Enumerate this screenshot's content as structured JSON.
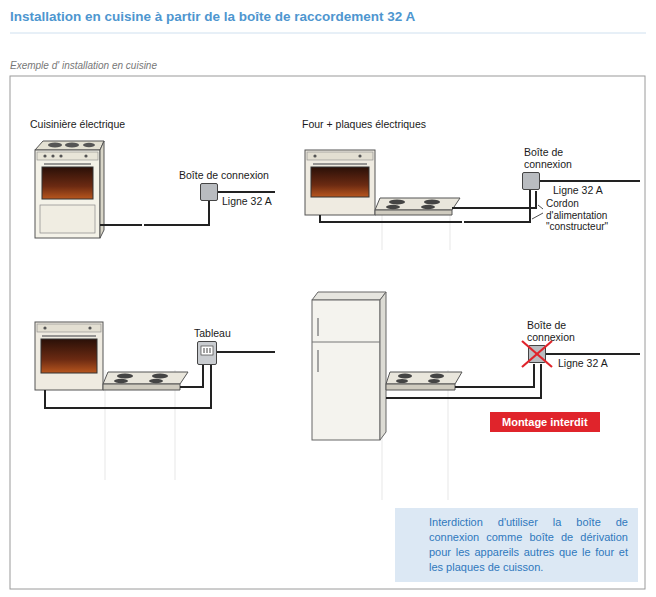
{
  "diagram": {
    "title": "Installation en cuisine à partir de la boîte de raccordement 32 A",
    "nodes": [
      {
        "text": [
          "Cuisinière électrique"
        ]
      },
      {
        "text": [
          "Boîte de connexion"
        ]
      },
      {
        "text": [
          "Four + plaques électriques"
        ]
      },
      {
        "text": [
          "Boîte de connexion"
        ]
      },
      {
        "text": [
          "Tableau"
        ]
      },
      {
        "text": [
          "Boîte de connexion"
        ]
      },
      {
        "text": [
          "Montage interdit"
        ]
      },
      {
        "text": [
          "Interdiction d'utiliser la boîte de connexion comme boîte de dérivation pour les appareils autres que le four et les plaques de cuisson."
        ]
      }
    ],
    "edges": [
      {
        "from": 0,
        "to": 1,
        "arrow": "none"
      },
      {
        "from": 2,
        "to": 3,
        "arrow": "none"
      }
    ],
    "labels": [
      "Exemple d' installation en cuisine",
      "Ligne 32 A",
      "Ligne 32 A",
      "Cordon d'alimentation \"constructeur\"",
      "Ligne 32 A"
    ]
  }
}
